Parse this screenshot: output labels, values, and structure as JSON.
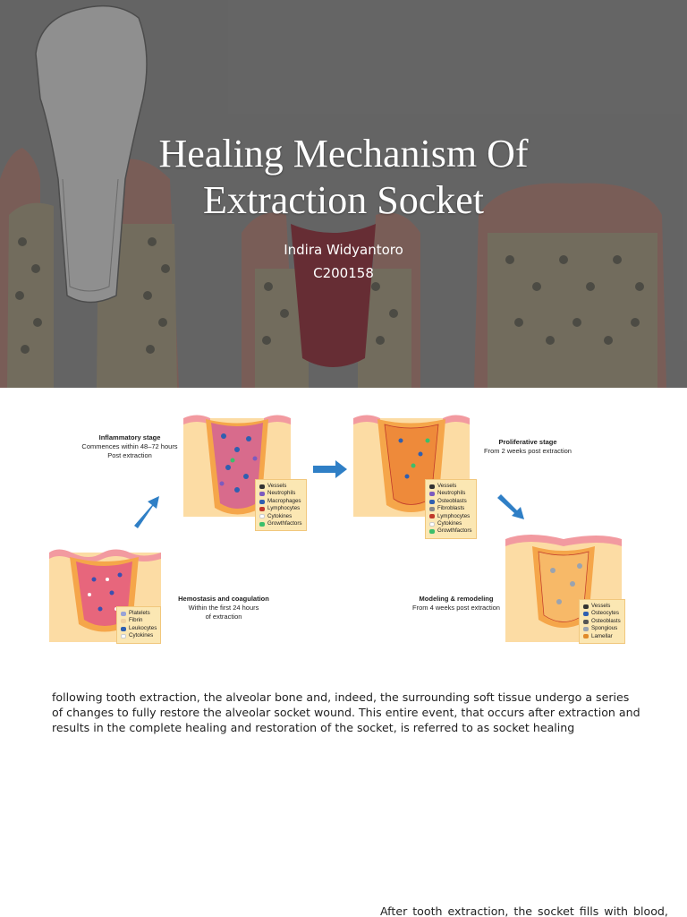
{
  "slide": {
    "title_line1": "Healing Mechanism Of",
    "title_line2": "Extraction Socket",
    "author_name": "Indira Widyantoro",
    "author_id": "C200158"
  },
  "diagram": {
    "stages": [
      {
        "title": "Hemostasis and coagulation",
        "line1": "Within the first 24 hours",
        "line2": "of extraction",
        "legend": [
          "Platelets",
          "Fibrin",
          "Leukocytes",
          "Cytokines"
        ]
      },
      {
        "title": "Inflammatory stage",
        "line1": "Commences within 48–72 hours",
        "line2": "Post extraction",
        "legend": [
          "Vessels",
          "Neutrophils",
          "Macrophages",
          "Lymphocytes",
          "Cytokines",
          "Growthfactors"
        ]
      },
      {
        "title": "Proliferative stage",
        "line1": "From 2 weeks post extraction",
        "line2": "",
        "legend": [
          "Vessels",
          "Neutrophils",
          "Osteoblasts",
          "Fibroblasts",
          "Lymphocytes",
          "Cytokines",
          "Growthfactors"
        ]
      },
      {
        "title": "Modeling & remodeling",
        "line1": "From 4 weeks post extraction",
        "line2": "",
        "legend": [
          "Vessels",
          "Osteocytes",
          "Osteoblasts",
          "Spongious",
          "Lamellar"
        ]
      }
    ],
    "colors": {
      "gum": "#f29aa0",
      "tissue": "#f5a64a",
      "bone": "#fcdca4",
      "arrow": "#2f7fc6",
      "clot": "#e7667c"
    }
  },
  "text": {
    "paragraph": "following tooth extraction, the alveolar bone and, indeed, the surrounding soft tissue undergo a series of changes to fully restore the alveolar socket wound. This entire event, that occurs after extraction and results in the complete healing and restoration of the socket, is referred to as socket healing",
    "paragraph2_start": "After tooth extraction, the socket fills with blood,"
  }
}
